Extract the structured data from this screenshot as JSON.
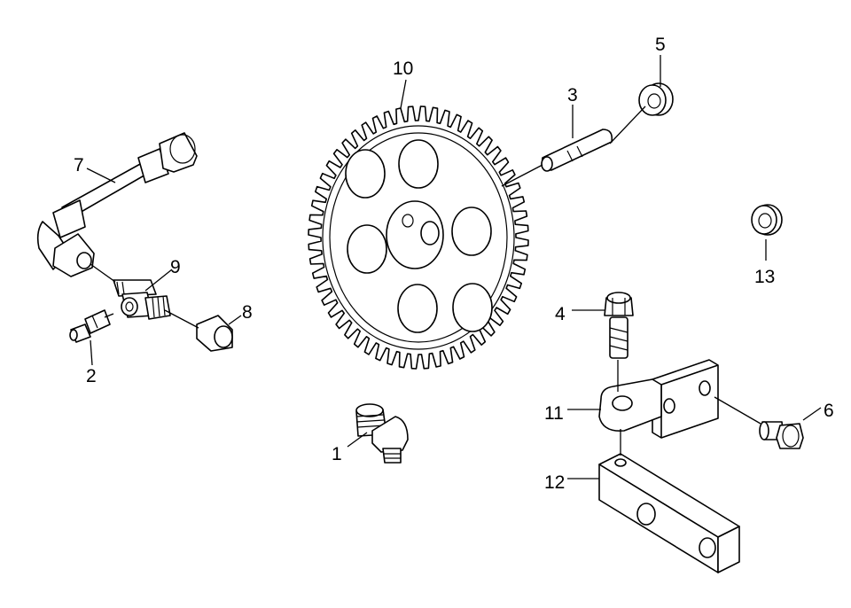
{
  "diagram": {
    "background": "#ffffff",
    "line_color": "#000000",
    "callouts": [
      {
        "id": "1",
        "label": "1"
      },
      {
        "id": "2",
        "label": "2"
      },
      {
        "id": "3",
        "label": "3"
      },
      {
        "id": "4",
        "label": "4"
      },
      {
        "id": "5",
        "label": "5"
      },
      {
        "id": "6",
        "label": "6"
      },
      {
        "id": "7",
        "label": "7"
      },
      {
        "id": "8",
        "label": "8"
      },
      {
        "id": "9",
        "label": "9"
      },
      {
        "id": "10",
        "label": "10"
      },
      {
        "id": "11",
        "label": "11"
      },
      {
        "id": "12",
        "label": "12"
      },
      {
        "id": "13",
        "label": "13"
      }
    ]
  }
}
